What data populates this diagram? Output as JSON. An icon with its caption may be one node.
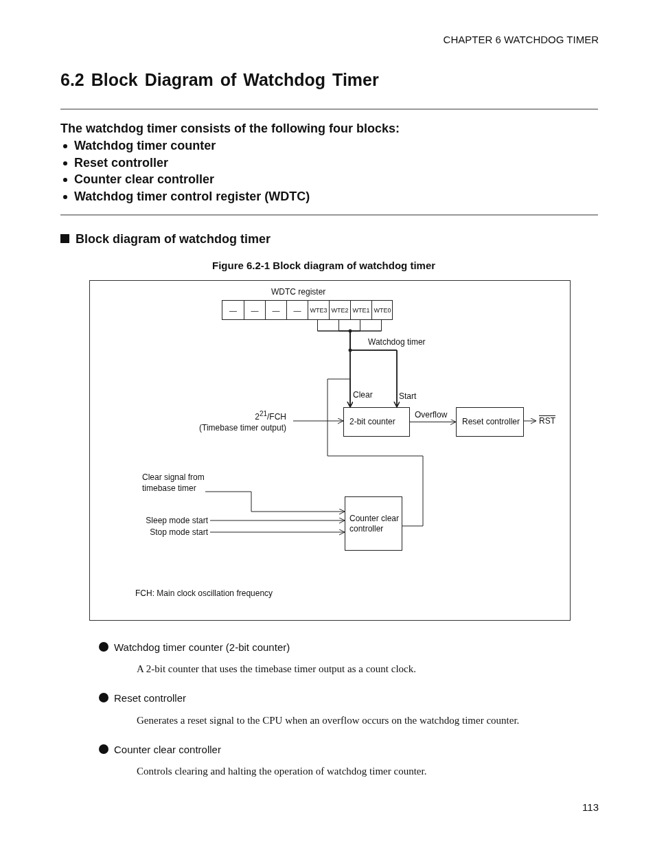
{
  "diagram": {
    "title": "6.2 Block Diagram of Watchdog Timer",
    "caption": "Figure 6.2-1 Block diagram of watchdog timer",
    "nodes": [
      {
        "text": [
          "WDTC register"
        ]
      },
      {
        "text": [
          "—"
        ],
        "in": 0
      },
      {
        "text": [
          "—"
        ],
        "in": 0
      },
      {
        "text": [
          "—"
        ],
        "in": 0
      },
      {
        "text": [
          "—"
        ],
        "in": 0
      },
      {
        "text": [
          "WTE3"
        ],
        "in": 0
      },
      {
        "text": [
          "WTE2"
        ],
        "in": 0
      },
      {
        "text": [
          "WTE1"
        ],
        "in": 0
      },
      {
        "text": [
          "WTE0"
        ],
        "in": 0
      },
      {
        "text": [
          "2$^{21}$/FCH",
          "(Timebase timer output)"
        ]
      },
      {
        "text": [
          "2-bit counter"
        ]
      },
      {
        "text": [
          "Reset controller"
        ]
      },
      {
        "text": [
          "RST"
        ]
      },
      {
        "text": [
          "Clear signal from timebase timer"
        ]
      },
      {
        "text": [
          "Sleep mode start"
        ]
      },
      {
        "text": [
          "Stop mode start"
        ]
      },
      {
        "text": [
          "Counter clear controller"
        ]
      }
    ],
    "edges": [
      {
        "from": 5,
        "to": 10,
        "arrow": "to"
      },
      {
        "from": 6,
        "to": 10,
        "arrow": "to"
      },
      {
        "from": 7,
        "to": 10,
        "arrow": "to"
      },
      {
        "from": 8,
        "to": 10,
        "arrow": "to"
      },
      {
        "from": 5,
        "to": 10,
        "arrow": "to"
      },
      {
        "from": 6,
        "to": 10,
        "arrow": "to"
      },
      {
        "from": 7,
        "to": 10,
        "arrow": "to"
      },
      {
        "from": 8,
        "to": 10,
        "arrow": "to"
      },
      {
        "from": 9,
        "to": 10,
        "arrow": "to"
      },
      {
        "from": 10,
        "to": 11,
        "arrow": "to",
        "label": "Overflow"
      },
      {
        "from": 11,
        "to": 12,
        "arrow": "to"
      },
      {
        "from": 13,
        "to": 16,
        "arrow": "to"
      },
      {
        "from": 14,
        "to": 16,
        "arrow": "to"
      },
      {
        "from": 15,
        "to": 16,
        "arrow": "to"
      },
      {
        "from": 16,
        "to": 10,
        "arrow": "to"
      }
    ],
    "labels": [
      "CHAPTER 6 WATCHDOG TIMER",
      "The watchdog timer consists of the following four blocks:",
      "Watchdog timer counter",
      "Reset controller",
      "Counter clear controller",
      "Watchdog timer control register (WDTC)",
      "Block diagram of watchdog timer",
      "Watchdog timer",
      "Clear",
      "Start",
      "FCH: Main clock oscillation frequency",
      "Watchdog timer counter (2-bit counter)",
      "A 2-bit counter that uses the timebase timer output as a count clock.",
      "Reset controller",
      "Generates a reset signal to the CPU when an overflow occurs on the watchdog timer counter.",
      "Counter clear controller",
      "Controls clearing and halting the operation of watchdog timer counter.",
      "113"
    ]
  }
}
